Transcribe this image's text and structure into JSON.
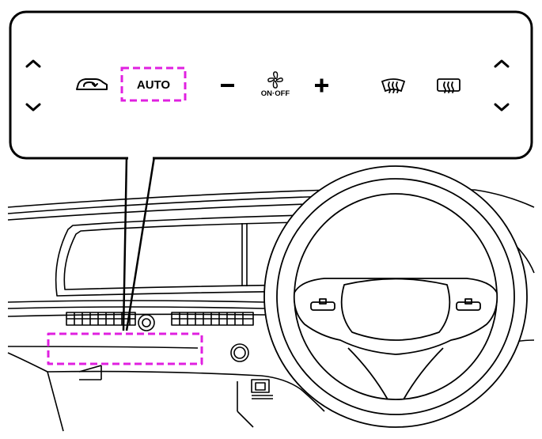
{
  "panel": {
    "auto_label": "AUTO",
    "fan_label": "ON·OFF",
    "controls": [
      "left-temp-up",
      "left-temp-down",
      "recirculation",
      "auto",
      "fan-speed-decrease",
      "fan-on-off",
      "fan-speed-increase",
      "front-defroster",
      "rear-defroster",
      "right-temp-up",
      "right-temp-down"
    ]
  },
  "colors": {
    "line": "#000000",
    "highlight": "#e020e0",
    "background": "#ffffff"
  }
}
